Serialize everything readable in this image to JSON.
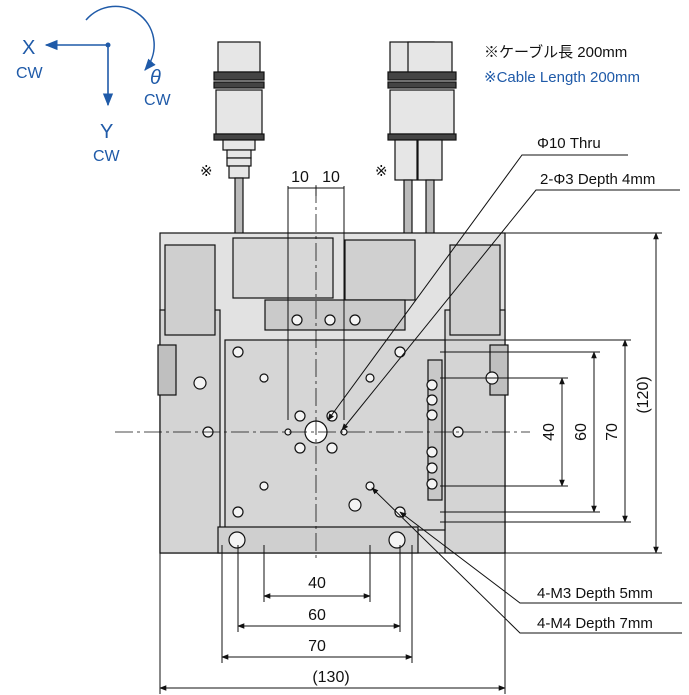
{
  "axes": {
    "x_label": "X",
    "x_dir": "CW",
    "y_label": "Y",
    "y_dir": "CW",
    "theta_label": "θ",
    "theta_dir": "CW"
  },
  "cable_note": {
    "jp": "※ケーブル長 200mm",
    "en": "※Cable Length 200mm",
    "marker": "※"
  },
  "callouts": {
    "thru_hole": "Φ10 Thru",
    "pin_holes": "2-Φ3 Depth 4mm",
    "m3_holes": "4-M3 Depth 5mm",
    "m4_holes": "4-M4 Depth 7mm"
  },
  "dimensions": {
    "top_left": "10",
    "top_right": "10",
    "bottom_40": "40",
    "bottom_60": "60",
    "bottom_70": "70",
    "bottom_130": "(130)",
    "right_40": "40",
    "right_60": "60",
    "right_70": "70",
    "right_120": "(120)"
  },
  "colors": {
    "accent_blue": "#1f5aa8",
    "line": "#111111",
    "body_fill": "#dcdcdc",
    "stage_fill": "#d2d2d2"
  }
}
